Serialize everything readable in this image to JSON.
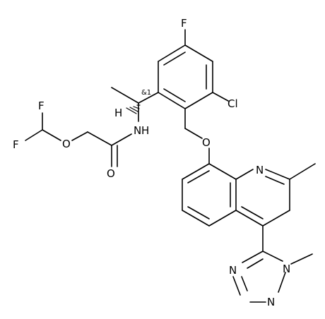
{
  "atoms": {
    "F_top": "F",
    "Cl": "Cl",
    "F1": "F",
    "F2": "F",
    "O_ether1": "O",
    "O_carbonyl": "O",
    "NH": "N",
    "H_nh": "H",
    "H_stereo": "H",
    "stereo": "&1",
    "O_ether2": "O",
    "N_quin": "N",
    "N_tri_a": "N",
    "N_tri_b": "N",
    "N_tri_c": "N"
  },
  "colors": {
    "ink": "#000000",
    "background": "#ffffff"
  }
}
